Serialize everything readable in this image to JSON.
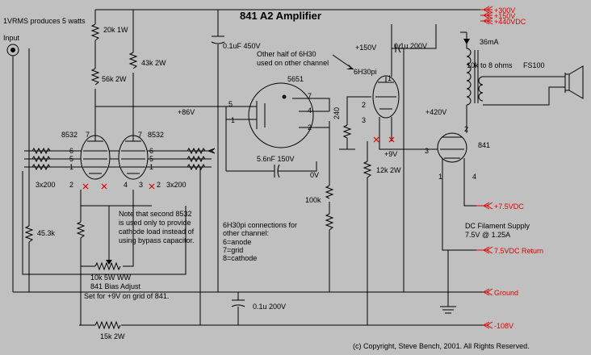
{
  "title": "841 A2 Amplifier",
  "labels": {
    "input": "Input"
  },
  "voltages": {
    "v86": "+86V",
    "v0": "0V",
    "v150": "+150V",
    "v9": "+9V",
    "v420": "+420V",
    "current": "36mA"
  },
  "rails": {
    "r300": "+300V",
    "r150": "+150V",
    "r440": "+440VDC",
    "r75": "+7.5VDC",
    "r75ret": "7.5VDC Return",
    "ground": "Ground",
    "neg108": "-108V"
  },
  "tubes": {
    "t8532": "8532",
    "t5651": "5651",
    "t6h30": "6H30pi",
    "t841": "841"
  },
  "pins": {
    "p1": "1",
    "p2": "2",
    "p3": "3",
    "p4": "4",
    "p5": "5",
    "p6": "6",
    "p7": "7"
  },
  "components": {
    "r20k": "20k 1W",
    "r56k": "56k 2W",
    "r43k": "43k 2W",
    "c450": "0.1uF 450V",
    "r3x200": "3x200",
    "r45k": "45.3k",
    "pot": "10k 5W WW",
    "c200b": "0.1u 200V",
    "r15k": "15k 2W",
    "c56": "5.6nF 150V",
    "r100k": "100k",
    "c200a": "0.1u 200V",
    "r240": "240",
    "r12k": "12k 2W",
    "transformer": "10k to 8 ohms",
    "transformer_model": "FS100"
  },
  "notes": {
    "drive": "1VRMS produces 5 watts",
    "second_8532": [
      "Note that second 8532",
      "is used only to provide",
      "cathode load instead of",
      "using bypass capacitor."
    ],
    "bias_adjust": "841 Bias Adjust",
    "bias_set": "Set for +9V on grid of 841.",
    "pinout": [
      "6H30pi connections for",
      "other channel:",
      "6=anode",
      "7=grid",
      "8=cathode"
    ],
    "other_half": [
      "Other half of 6H30",
      "used on other channel"
    ],
    "filament": [
      "DC Filament Supply",
      "7.5V @ 1.25A"
    ]
  },
  "footer": {
    "copyright": "(c) Copyright, Steve Bench, 2001. All Rights Reserved."
  }
}
